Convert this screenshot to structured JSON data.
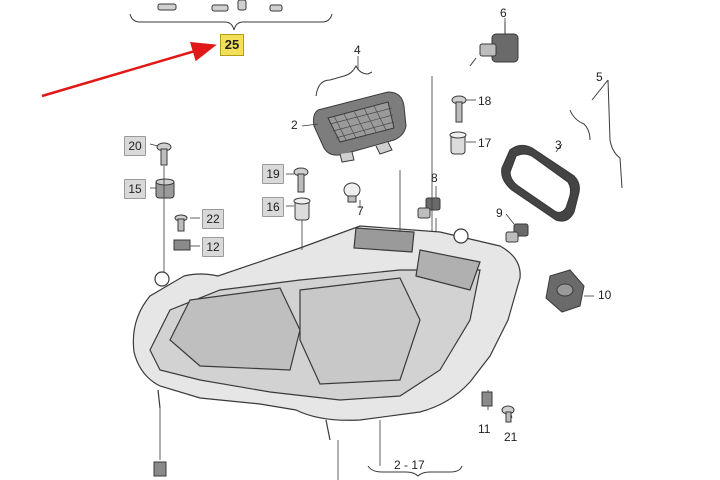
{
  "callouts": {
    "c25": "25",
    "c6": "6",
    "c4": "4",
    "c5": "5",
    "c18": "18",
    "c2": "2",
    "c17": "17",
    "c3": "3",
    "c20": "20",
    "c19": "19",
    "c8": "8",
    "c15": "15",
    "c16": "16",
    "c7": "7",
    "c22": "22",
    "c12": "12",
    "c9": "9",
    "c10": "10",
    "c11": "11",
    "c21": "21",
    "c2_17": "2 - 17"
  },
  "colors": {
    "line": "#3a3a3a",
    "housing_fill": "#e6e6e6",
    "part_fill": "#cfcfcf",
    "dark_part": "#777777",
    "highlight": "#f2e05a",
    "arrow": "#e01818"
  }
}
